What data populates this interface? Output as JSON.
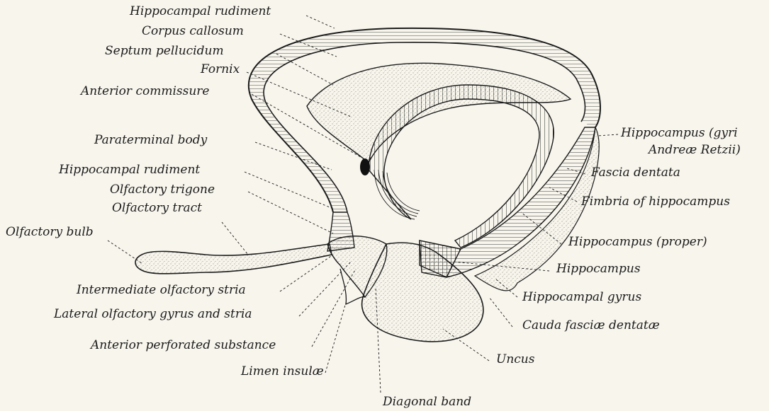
{
  "labels": {
    "hippocampal_rudiment_top": "Hippocampal rudiment",
    "corpus_callosum": "Corpus callosum",
    "septum_pellucidum": "Septum pellucidum",
    "fornix": "Fornix",
    "anterior_commissure": "Anterior commissure",
    "paraterminal_body": "Paraterminal body",
    "hippocampal_rudiment_lower": "Hippocampal rudiment",
    "olfactory_trigone": "Olfactory trigone",
    "olfactory_tract": "Olfactory tract",
    "olfactory_bulb": "Olfactory bulb",
    "intermediate_olfactory_stria": "Intermediate olfactory stria",
    "lateral_olfactory_gyrus": "Lateral olfactory gyrus and stria",
    "anterior_perforated_substance": "Anterior perforated substance",
    "limen_insulae": "Limen insulæ",
    "diagonal_band": "Diagonal band",
    "uncus": "Uncus",
    "cauda_fasciae_dentatae": "Cauda fasciæ dentatæ",
    "hippocampal_gyrus": "Hippocampal gyrus",
    "hippocampus": "Hippocampus",
    "hippocampus_proper": "Hippocampus (proper)",
    "fimbria_of_hippocampus": "Fimbria of hippocampus",
    "fascia_dentata": "Fascia dentata",
    "hippocampus_gyri_line1": "Hippocampus (gyri",
    "hippocampus_gyri_line2": "Andreæ Retzii)"
  },
  "colors": {
    "background": "#f7f5ec",
    "ink": "#1b1b1b",
    "stipple": "#d9d6c8"
  }
}
